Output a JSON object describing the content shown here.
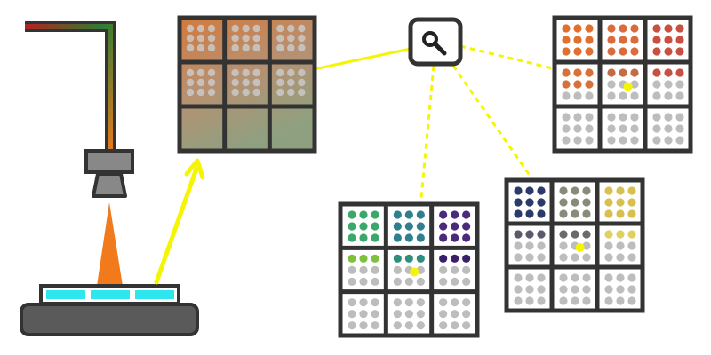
{
  "colors": {
    "outline": "#333333",
    "connector": "#f5f500",
    "beam": "#f07a1c",
    "led": "#2ee6ee",
    "base_gray": "#5a5a5a",
    "camera_gray": "#888888",
    "empty_dot": "#bdbdbd",
    "panel_bg": "#ffffff",
    "magnifier_bg": "#ffffff"
  },
  "icons": {
    "magnifier": "search-icon",
    "camera": "camera-icon",
    "stage": "illumination-stage"
  },
  "source_grid": {
    "gradient": [
      "#d27a3c",
      "#b89070",
      "#8fa080"
    ],
    "dot_color": "#c9c9c9",
    "highlight_cell": [
      1,
      1
    ]
  },
  "panels": [
    {
      "id": "orange",
      "filled_color_sets": [
        [
          "#e07030",
          "#d96c3a",
          "#c85040"
        ],
        [
          "#d8703a",
          "#c66a45",
          "#c85040"
        ],
        []
      ],
      "filled_rows_per_cell": [
        [
          3,
          3,
          3
        ],
        [
          2,
          1,
          1
        ],
        [
          0,
          0,
          0
        ]
      ],
      "highlight_cell": [
        1,
        1
      ]
    },
    {
      "id": "green-purple",
      "filled_color_sets": [
        [
          "#3aa86a",
          "#2f7f8f",
          "#4a2a7a"
        ],
        [
          "#7fc040",
          "#2f8f7f",
          "#3a1f6a"
        ],
        []
      ],
      "filled_rows_per_cell": [
        [
          3,
          3,
          3
        ],
        [
          1,
          1,
          1
        ],
        [
          0,
          0,
          0
        ]
      ],
      "highlight_cell": [
        1,
        1
      ]
    },
    {
      "id": "navy-gold",
      "filled_color_sets": [
        [
          "#2a3a6a",
          "#8a8a7a",
          "#d8c050"
        ],
        [
          "#5a5a6a",
          "#6a6a6a",
          "#e0d060"
        ],
        []
      ],
      "filled_rows_per_cell": [
        [
          3,
          3,
          3
        ],
        [
          1,
          1,
          1
        ],
        [
          0,
          0,
          0
        ]
      ],
      "highlight_cell": [
        1,
        1
      ]
    }
  ]
}
